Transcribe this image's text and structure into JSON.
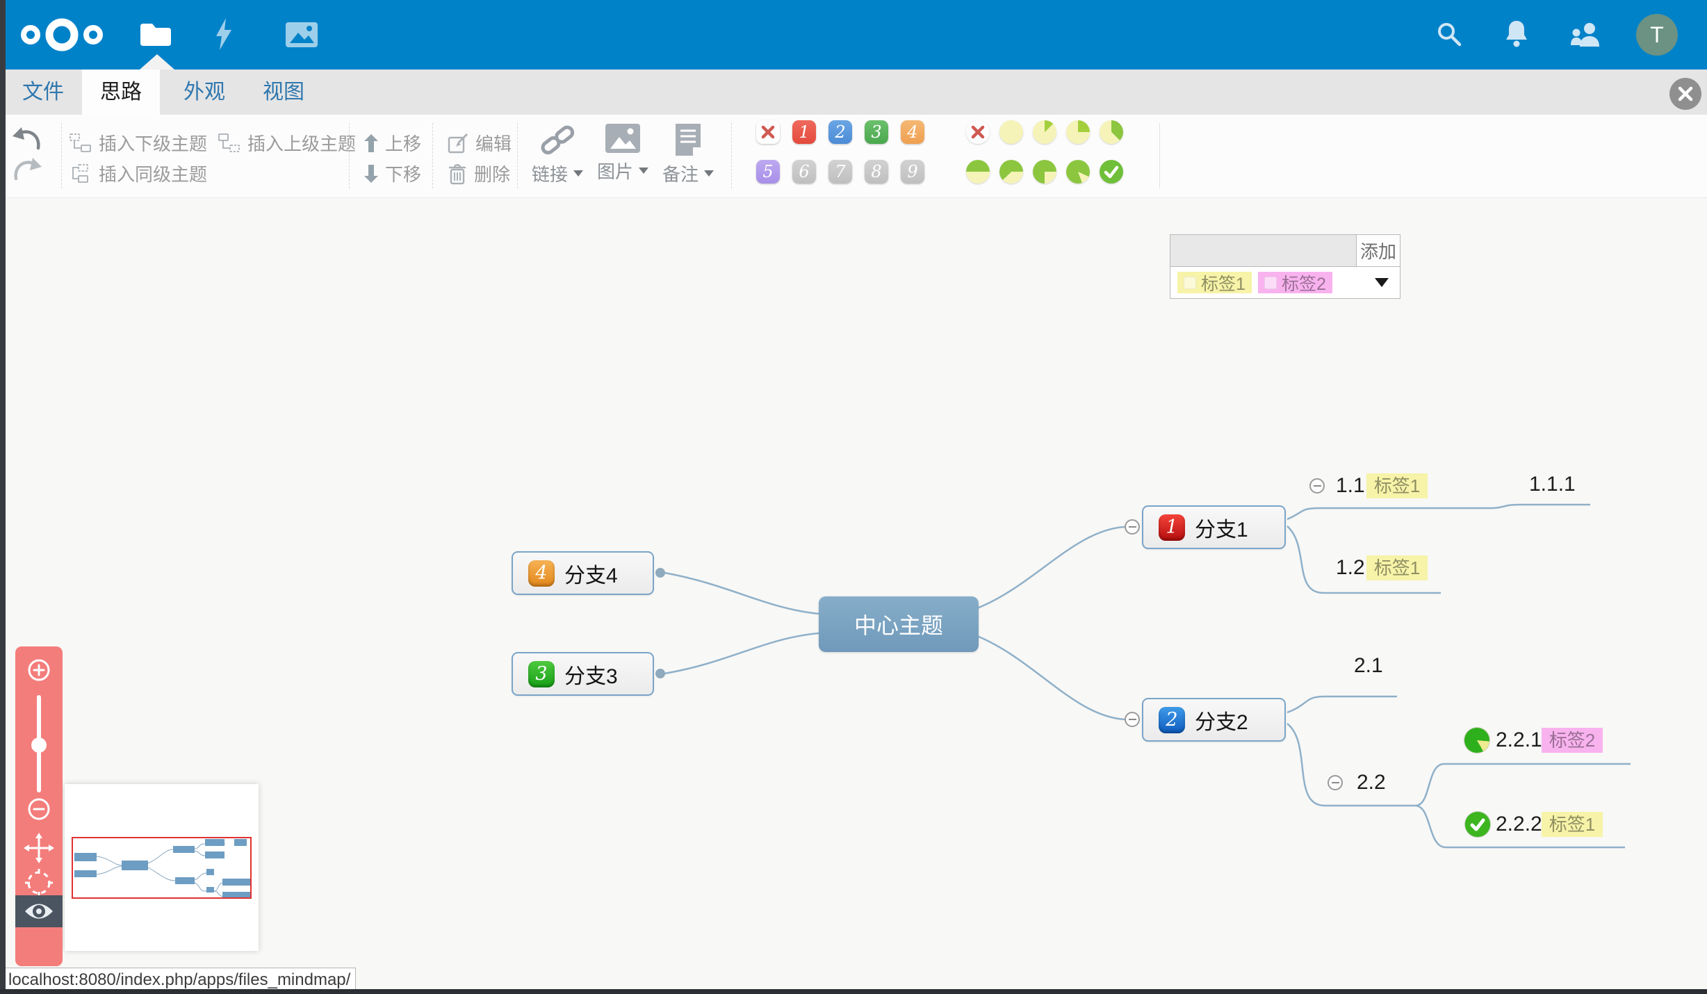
{
  "header": {
    "avatar_initial": "T",
    "app_icons": [
      "nextcloud-logo",
      "files",
      "activity",
      "gallery"
    ],
    "right_icons": [
      "search",
      "notifications",
      "contacts"
    ]
  },
  "tabs": {
    "items": [
      {
        "label": "文件",
        "active": false
      },
      {
        "label": "思路",
        "active": true
      },
      {
        "label": "外观",
        "active": false
      },
      {
        "label": "视图",
        "active": false
      }
    ]
  },
  "toolbar": {
    "insert_child": "插入下级主题",
    "insert_parent": "插入上级主题",
    "insert_sibling": "插入同级主题",
    "move_up": "上移",
    "move_down": "下移",
    "edit": "编辑",
    "delete": "删除",
    "link": "链接",
    "image": "图片",
    "note": "备注",
    "priorities": [
      "1",
      "2",
      "3",
      "4",
      "5",
      "6",
      "7",
      "8",
      "9"
    ],
    "progress_options": [
      "clear",
      "0",
      "1/8",
      "1/4",
      "3/8",
      "1/2",
      "5/8",
      "3/4",
      "7/8",
      "done"
    ],
    "tag_input_value": "",
    "tag_add": "添加",
    "tag_options": [
      {
        "label": "标签1",
        "color": "#f7f3a8"
      },
      {
        "label": "标签2",
        "color": "#f8b3ef"
      }
    ]
  },
  "mindmap": {
    "central": {
      "label": "中心主题"
    },
    "branches": [
      {
        "label": "分支1",
        "priority": "1",
        "color": "#d42020"
      },
      {
        "label": "分支2",
        "priority": "2",
        "color": "#1f6fd0"
      },
      {
        "label": "分支3",
        "priority": "3",
        "color": "#2aa42a"
      },
      {
        "label": "分支4",
        "priority": "4",
        "color": "#ef9c2e"
      }
    ],
    "subtopics": [
      {
        "label": "1.1",
        "tag": "标签1"
      },
      {
        "label": "1.1.1",
        "tag": ""
      },
      {
        "label": "1.2",
        "tag": "标签1"
      },
      {
        "label": "2.1",
        "tag": ""
      },
      {
        "label": "2.2",
        "tag": ""
      },
      {
        "label": "2.2.1",
        "tag": "标签2",
        "progress": "7/8"
      },
      {
        "label": "2.2.2",
        "tag": "标签1",
        "progress": "done"
      }
    ]
  },
  "statusbar": {
    "url": "localhost:8080/index.php/apps/files_mindmap/"
  },
  "colors": {
    "header_blue": "#0082c9",
    "canvas_bg": "#f8f8f6",
    "node_border": "#7aa4c8",
    "central_fill": "#7ba7c6",
    "branch_line": "#8fb0c9",
    "tag_yellow": "#f7f3a8",
    "tag_pink": "#f8b3ef",
    "zoom_panel": "#f37d7b",
    "minimap_viewport": "#e03131",
    "progress_green": "#8cc63f",
    "progress_pale": "#f6f3b8",
    "check_green": "#3cb51f",
    "avatar_bg": "#6b9283"
  }
}
